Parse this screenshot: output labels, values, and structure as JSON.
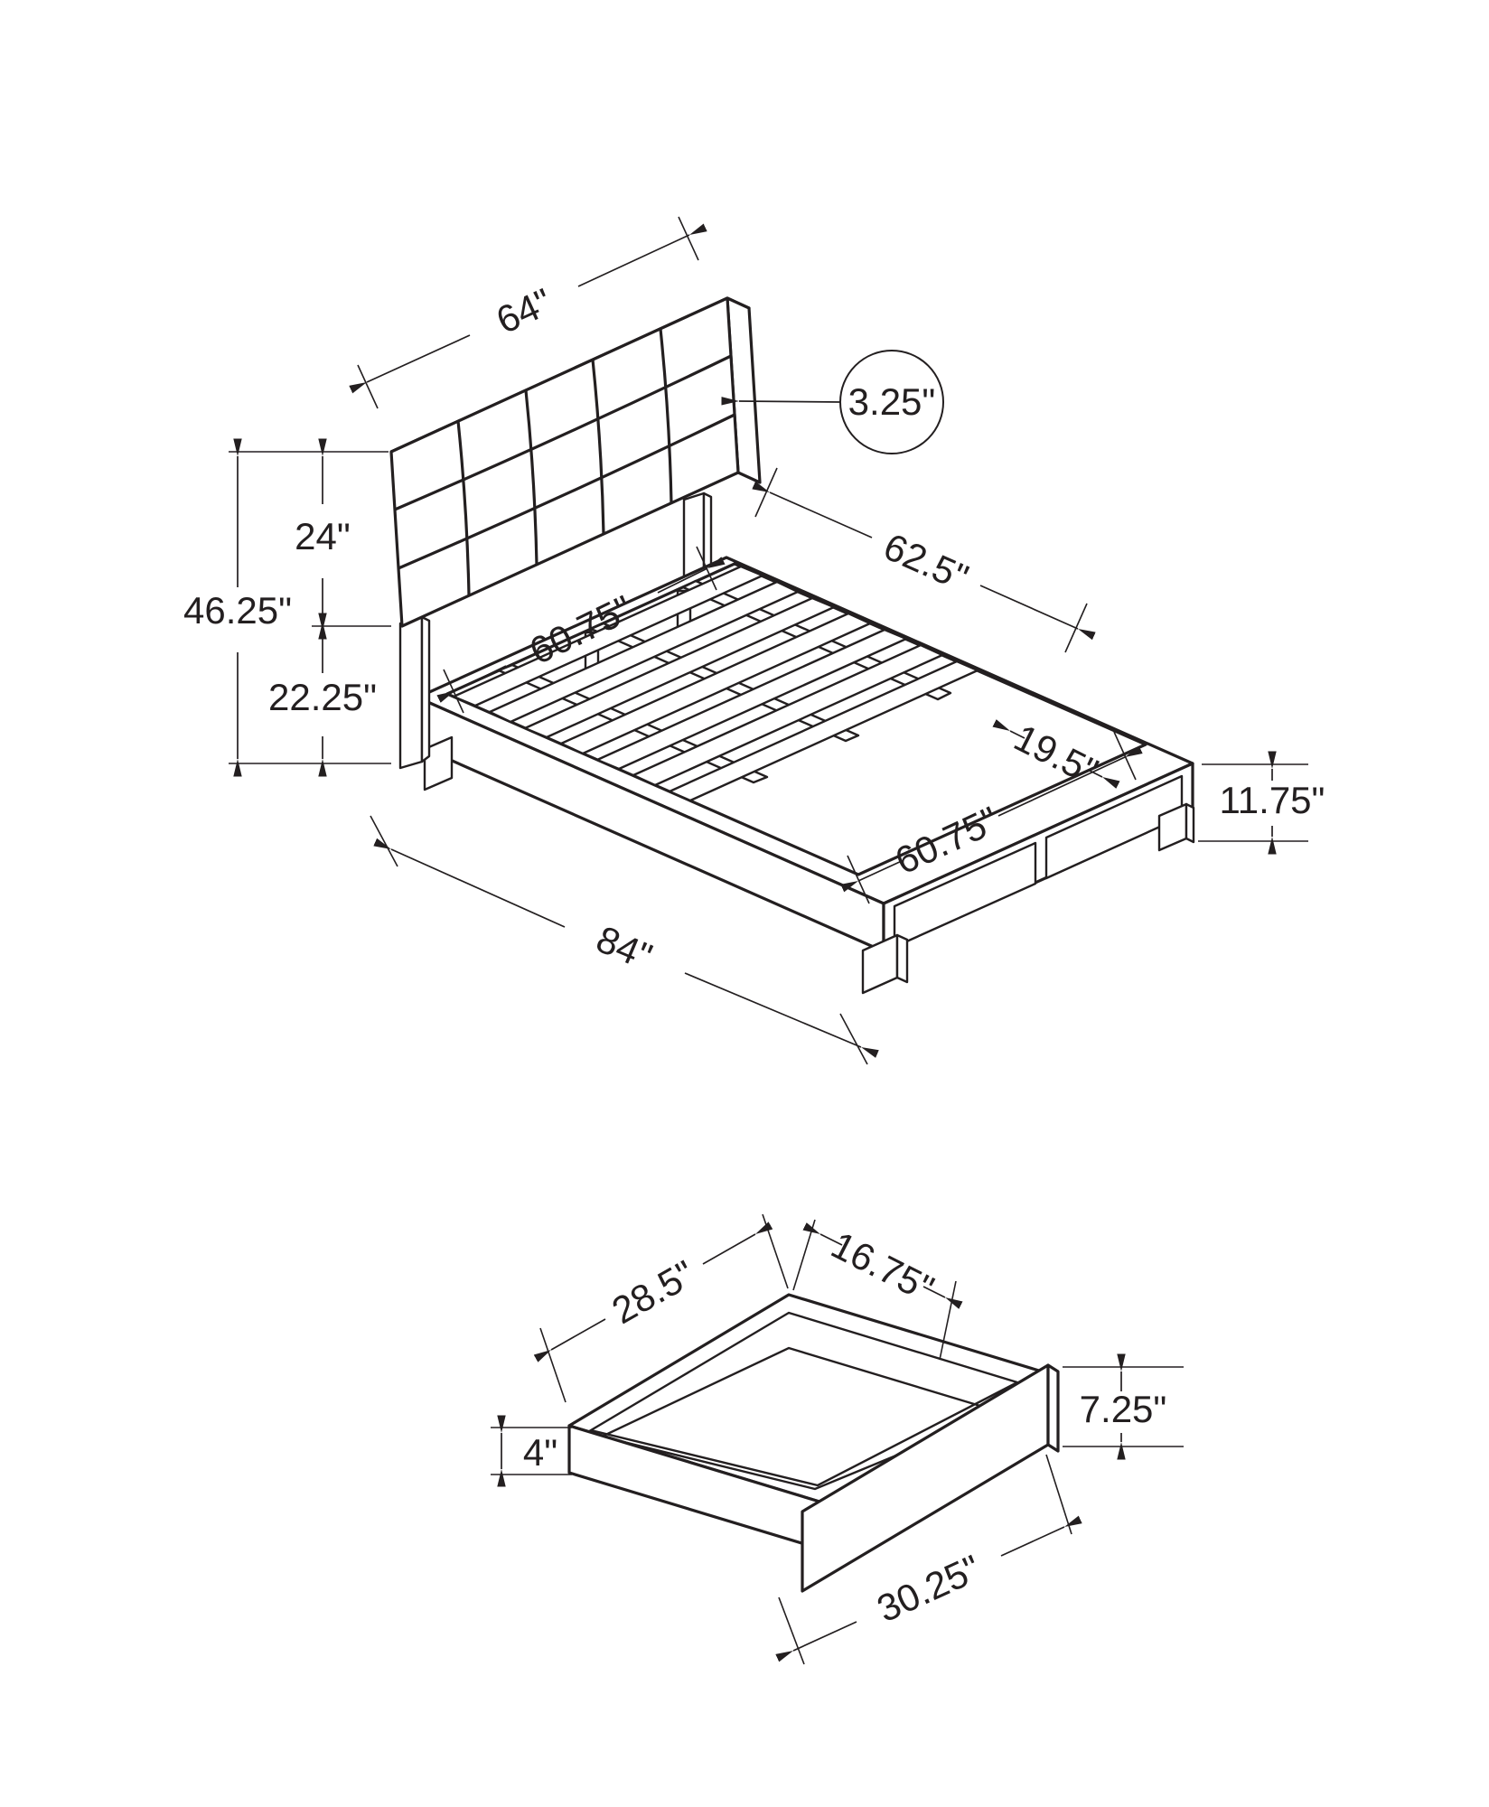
{
  "document": {
    "type": "furniture assembly dimension drawing",
    "background_color": "#ffffff",
    "line_color": "#231f20",
    "views": {
      "main_view": "queen bed frame with tufted headboard and storage drawers, isometric",
      "secondary_view": "storage drawer box, isometric"
    }
  },
  "dims": {
    "headboard_width": "64\"",
    "headboard_thickness": "3.25\"",
    "headboard_panel_height": "24\"",
    "overall_height": "46.25\"",
    "platform_top_height": "22.25\"",
    "frame_length": "62.5\"",
    "slat_span": "60.75\"",
    "foot_deck_depth": "19.5\"",
    "base_height": "11.75\"",
    "drawer_front_span": "60.75\"",
    "overall_length": "84\"",
    "drawer_box_width": "28.5\"",
    "drawer_box_depth": "16.75\"",
    "drawer_side_height": "4\"",
    "drawer_front_height": "7.25\"",
    "drawer_front_width": "30.25\""
  }
}
